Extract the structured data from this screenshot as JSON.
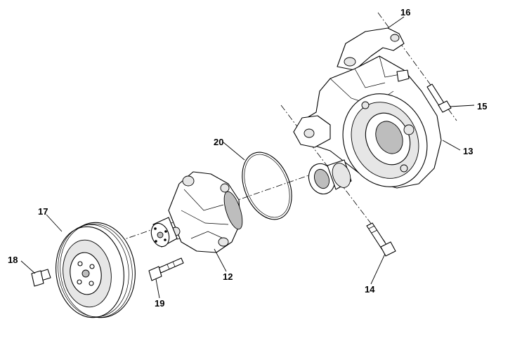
{
  "callouts": [
    {
      "id": "16",
      "text": "16"
    },
    {
      "id": "15",
      "text": "15"
    },
    {
      "id": "13",
      "text": "13"
    },
    {
      "id": "20",
      "text": "20"
    },
    {
      "id": "17",
      "text": "17"
    },
    {
      "id": "18",
      "text": "18"
    },
    {
      "id": "12",
      "text": "12"
    },
    {
      "id": "19",
      "text": "19"
    },
    {
      "id": "14",
      "text": "14"
    }
  ]
}
